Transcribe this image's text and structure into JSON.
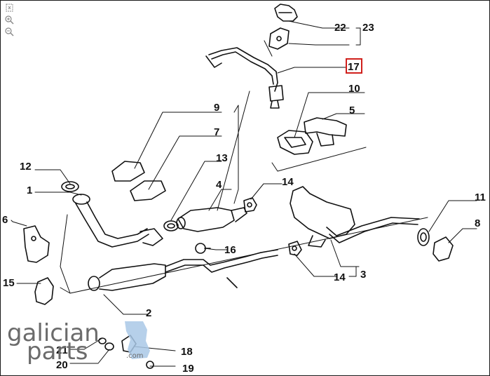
{
  "toolbar": {
    "tools": [
      {
        "name": "fit-page",
        "icon": "fit-page-icon"
      },
      {
        "name": "zoom-in",
        "icon": "zoom-in-icon"
      },
      {
        "name": "zoom-out",
        "icon": "zoom-out-icon"
      }
    ]
  },
  "callouts": {
    "p1": "1",
    "p2": "2",
    "p3": "3",
    "p4": "4",
    "p5": "5",
    "p6": "6",
    "p7": "7",
    "p8": "8",
    "p9": "9",
    "p10": "10",
    "p11": "11",
    "p12": "12",
    "p13": "13",
    "p14a": "14",
    "p14b": "14",
    "p15": "15",
    "p16": "16",
    "p17": "17",
    "p18": "18",
    "p19": "19",
    "p20": "20",
    "p21": "21",
    "p22": "22",
    "p23": "23"
  },
  "highlighted_part": "17",
  "watermark": {
    "line1": "galician",
    "line2": "parts",
    "suffix": ".com"
  },
  "colors": {
    "line": "#111111",
    "highlight": "#d0201c",
    "watermark_text": "#6b6b6b",
    "watermark_accent": "#a9c8e6"
  }
}
